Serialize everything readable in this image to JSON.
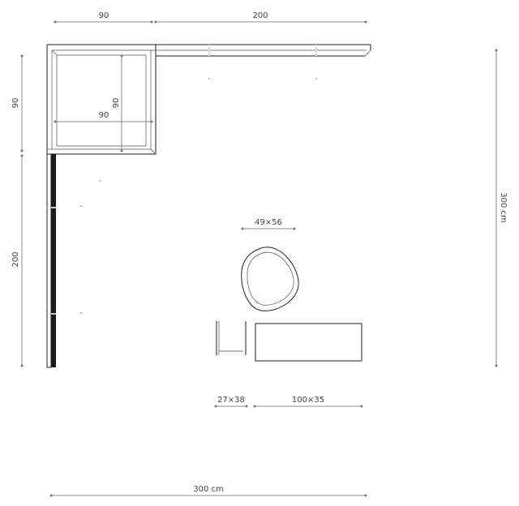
{
  "dimensions": {
    "top_left_width": "90",
    "top_right_width": "200",
    "left_upper_height": "90",
    "left_lower_height": "200",
    "inner_height": "90",
    "inner_width": "90",
    "right_total_height": "300 cm",
    "bottom_total_width": "300 cm"
  },
  "objects": {
    "chair_size": "49×56",
    "stool_size": "27×38",
    "bench_size": "100×35"
  },
  "colors": {
    "line": "#222222",
    "dimension": "#888888",
    "text": "#444444"
  }
}
